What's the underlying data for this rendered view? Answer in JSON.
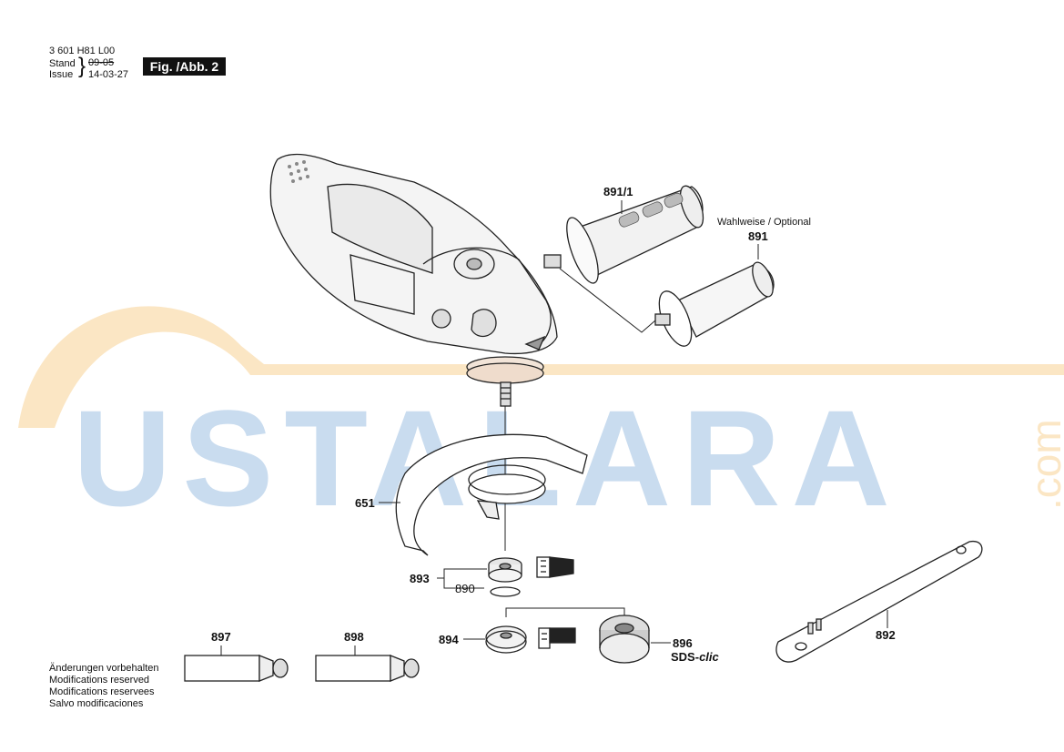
{
  "header": {
    "part_number": "3 601 H81 L00",
    "stand_label": "Stand",
    "issue_label": "Issue",
    "stand_date": "09-05",
    "issue_date": "14-03-27",
    "figure_label": "Fig. /Abb. 2"
  },
  "parts": {
    "p891_1": "891/1",
    "optional_label": "Wahlweise / Optional",
    "p891": "891",
    "p651": "651",
    "p893": "893",
    "p890": "890",
    "p894": "894",
    "p896": "896",
    "sds_label": "SDS-",
    "sds_clic": "clic",
    "p897": "897",
    "p898": "898",
    "p892": "892"
  },
  "notice": [
    "Änderungen vorbehalten",
    "Modifications reserved",
    "Modifications reservees",
    "Salvo modificaciones"
  ],
  "watermark": {
    "text": "USTALARA",
    "suffix": ".com",
    "blue": "#c9dcef",
    "orange": "#fbe6c4"
  }
}
